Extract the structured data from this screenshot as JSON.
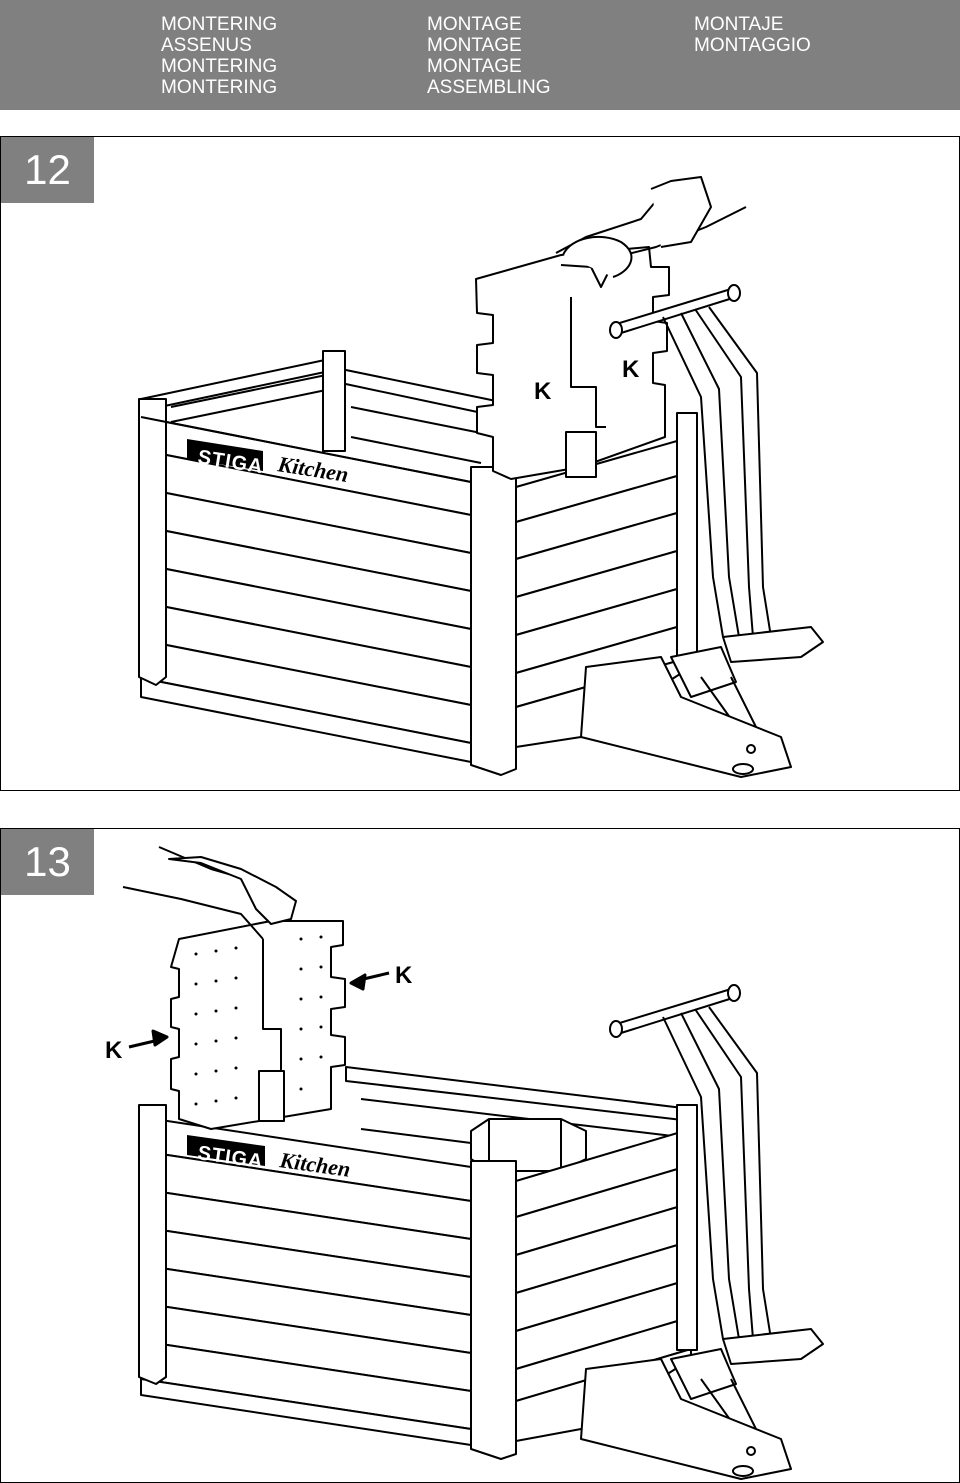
{
  "header": {
    "columns": [
      [
        "MONTERING",
        "ASSENUS",
        "MONTERING",
        "MONTERING"
      ],
      [
        "MONTAGE",
        "MONTAGE",
        "MONTAGE",
        "ASSEMBLING"
      ],
      [
        "MONTAJE",
        "MONTAGGIO"
      ]
    ]
  },
  "steps": [
    {
      "number": "12",
      "labels": [
        "K",
        "K"
      ],
      "brand": "STIGA",
      "product": "Kitchen"
    },
    {
      "number": "13",
      "labels": [
        "K",
        "K"
      ],
      "brand": "STIGA",
      "product": "Kitchen"
    }
  ],
  "colors": {
    "header_bg": "#808080",
    "header_text": "#ffffff",
    "line": "#000000"
  }
}
